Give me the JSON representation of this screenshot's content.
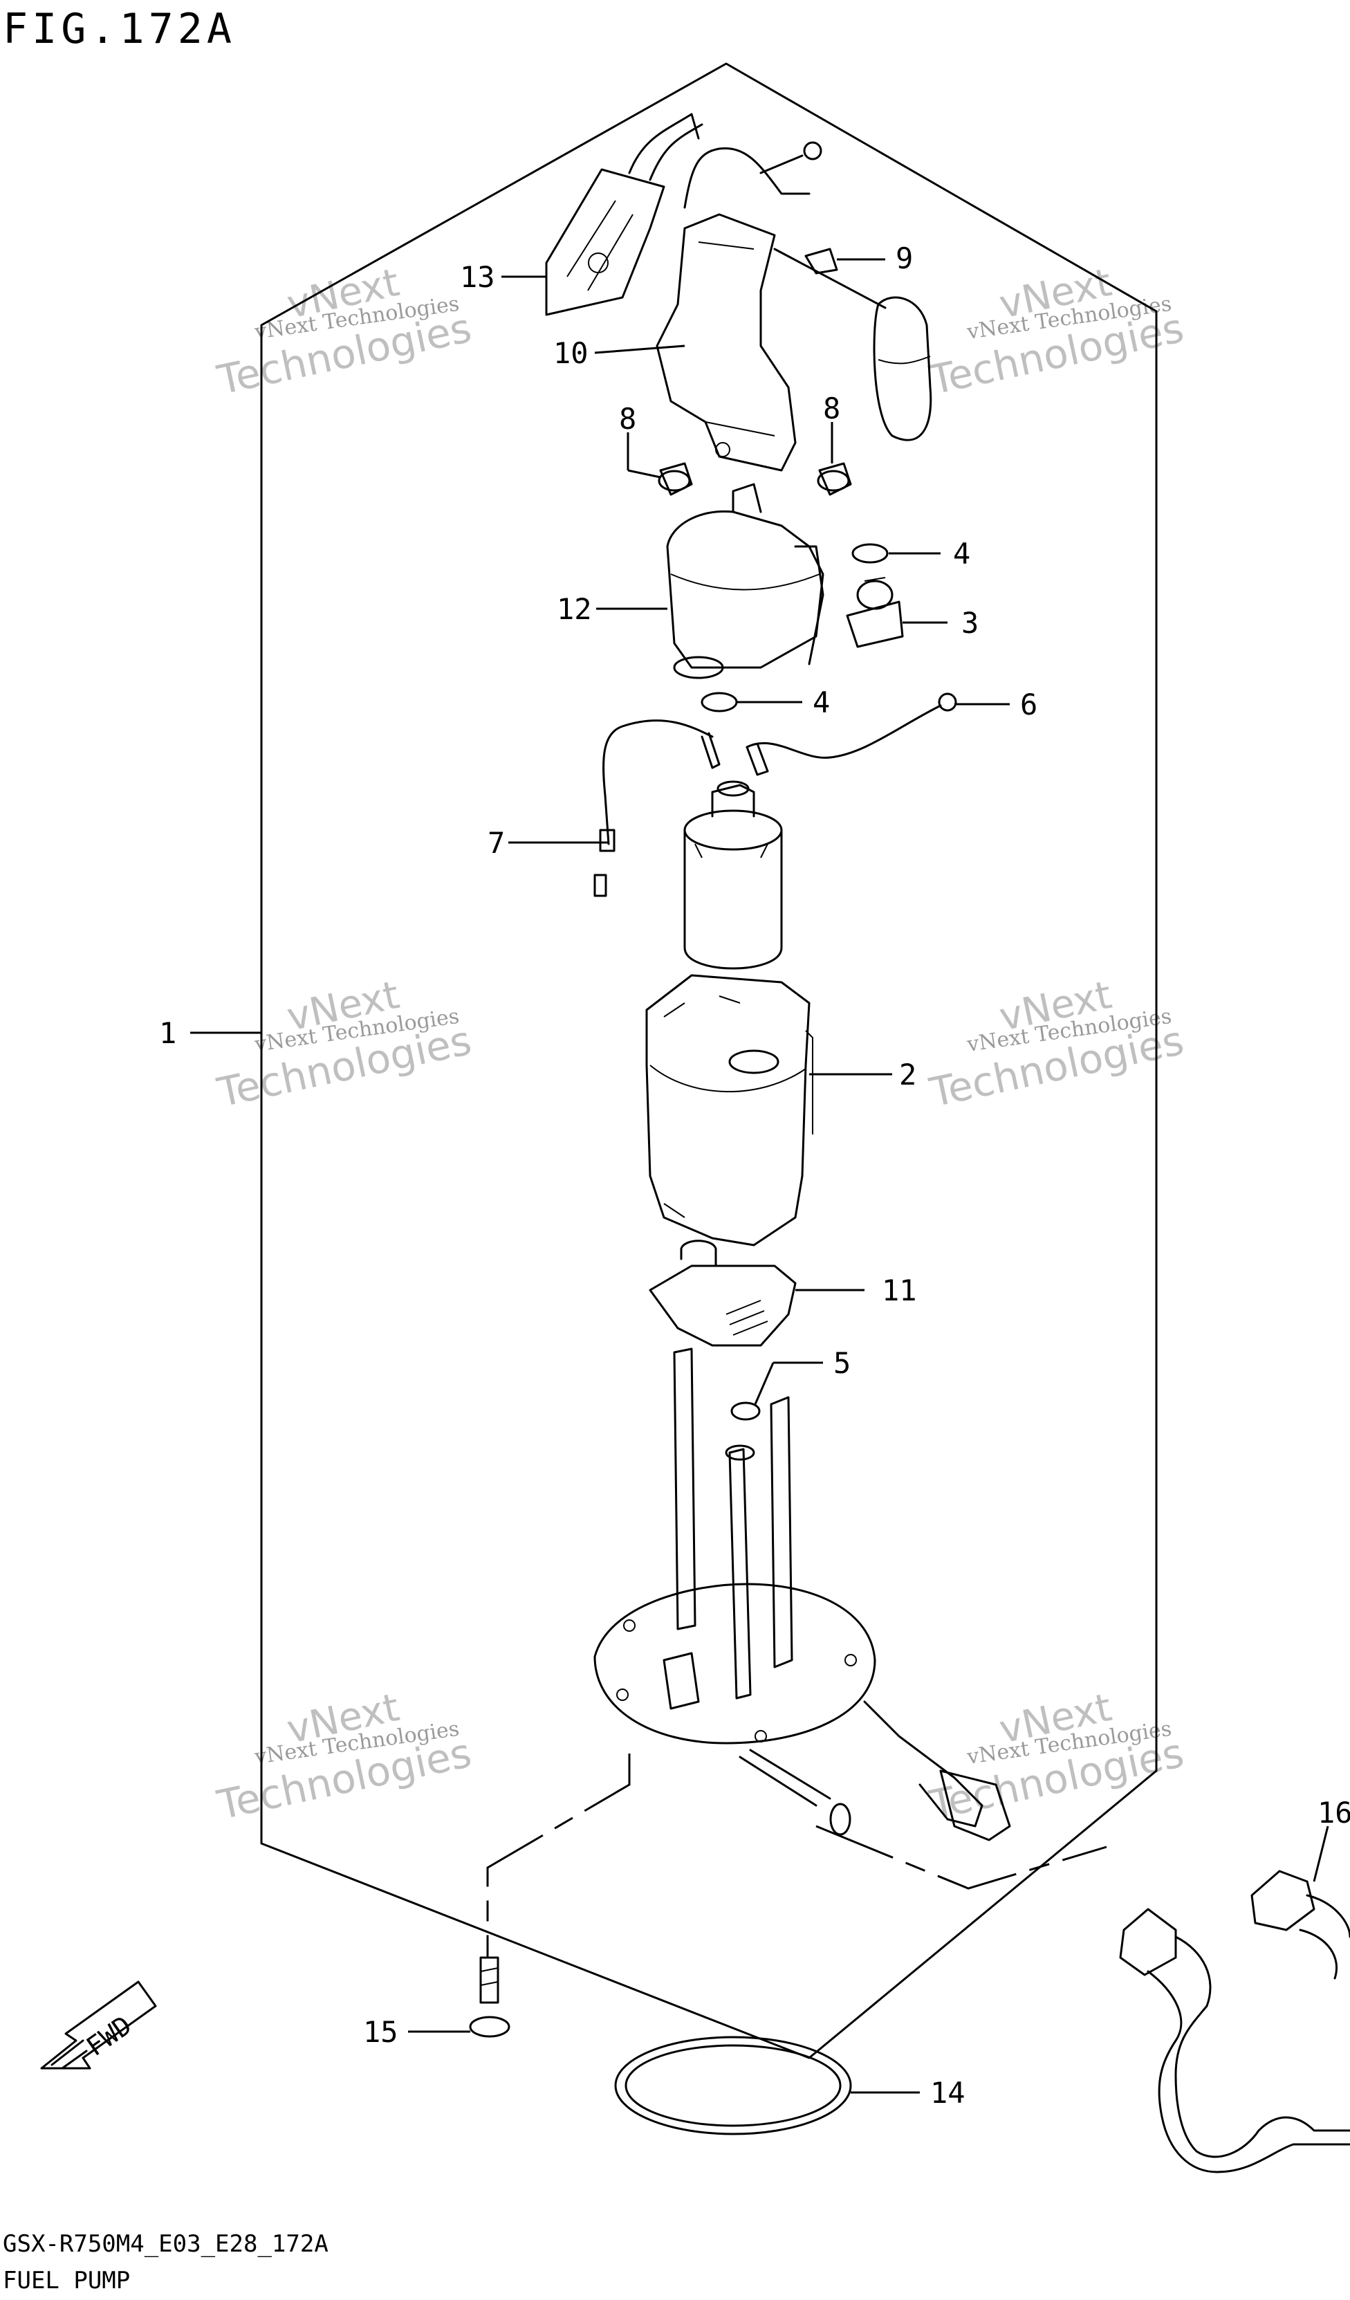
{
  "figure": {
    "title": "FIG.172A",
    "code": "GSX-R750M4_E03_E28_172A",
    "name": "FUEL PUMP"
  },
  "watermark": {
    "brand": "vNext",
    "line1": "vNext Technologies",
    "line2": "Technologies"
  },
  "direction_badge": "FWD",
  "callouts": [
    "1",
    "2",
    "3",
    "4",
    "4",
    "5",
    "6",
    "7",
    "8",
    "8",
    "9",
    "10",
    "11",
    "12",
    "13",
    "14",
    "15",
    "16"
  ]
}
